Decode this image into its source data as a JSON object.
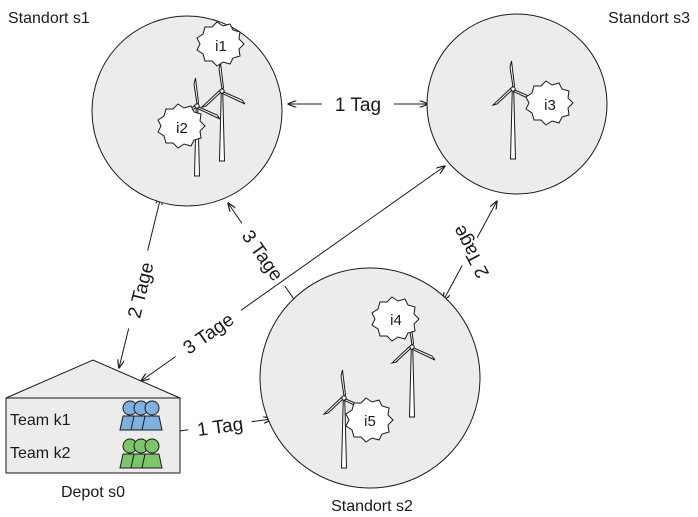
{
  "sites": {
    "s1": {
      "label": "Standort s1"
    },
    "s2": {
      "label": "Standort s2"
    },
    "s3": {
      "label": "Standort s3"
    },
    "depot": {
      "label": "Depot s0"
    }
  },
  "instances": {
    "i1": "i1",
    "i2": "i2",
    "i3": "i3",
    "i4": "i4",
    "i5": "i5"
  },
  "teams": [
    {
      "label": "Team k1",
      "color": "#7fb0df"
    },
    {
      "label": "Team k2",
      "color": "#7cc56a"
    }
  ],
  "edges": {
    "s1_s3": "1 Tag",
    "depot_s1": "2 Tage",
    "s1_s2": "3 Tage",
    "depot_s3": "3 Tage",
    "s3_s2": "2 Tage",
    "depot_s2": "1 Tag"
  },
  "colors": {
    "circle_fill": "#ececec",
    "stroke": "#1a1a1a",
    "team_k1": "#7fb0df",
    "team_k2": "#7cc56a"
  }
}
